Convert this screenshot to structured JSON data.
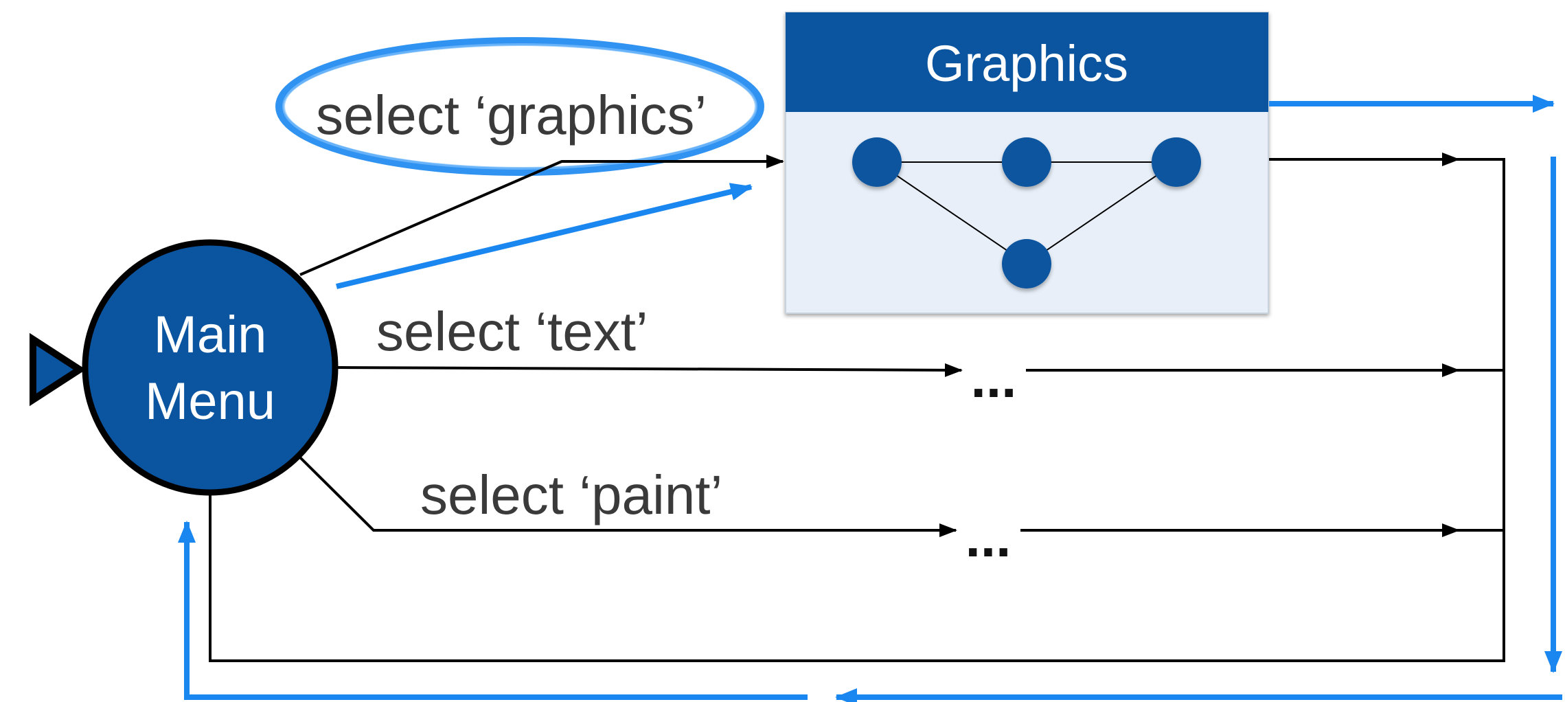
{
  "nodes": {
    "main_menu": {
      "label_line1": "Main",
      "label_line2": "Menu"
    },
    "graphics": {
      "title": "Graphics"
    }
  },
  "transitions": {
    "graphics": "select ‘graphics’",
    "text": "select ‘text’",
    "paint": "select ‘paint’"
  },
  "placeholders": {
    "text_ellipsis": "...",
    "paint_ellipsis": "..."
  },
  "colors": {
    "node_fill": "#0b549f",
    "panel_fill": "#e8eff8",
    "highlight_blue": "#1a86f0",
    "line": "#000000",
    "label_text": "#3a3a3a"
  }
}
